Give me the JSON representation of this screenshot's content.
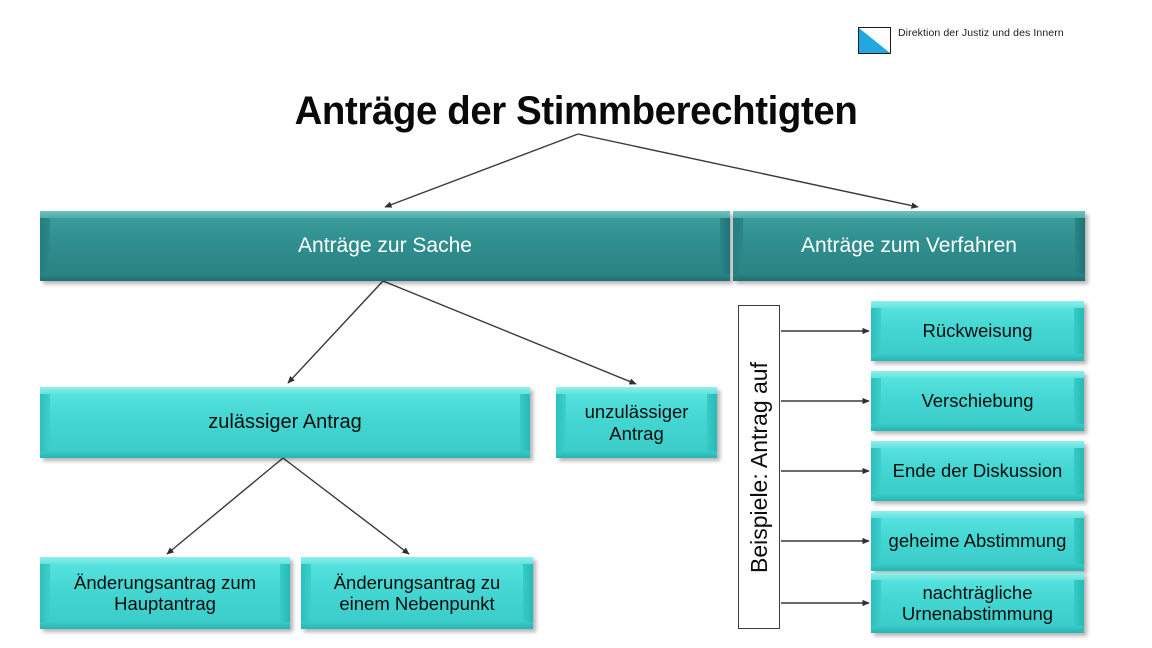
{
  "logo": {
    "icon": "triangle-logo-icon",
    "text": "Direktion der Justiz und des Innern",
    "accent_color": "#21a8e0"
  },
  "title": "Anträge der Stimmberechtigten",
  "colors": {
    "level1_box": "#2e8e8e",
    "level2_box": "#3fd6d2",
    "connector": "#3a3a3a",
    "background": "#ffffff",
    "text_dark": "#0d0d0d",
    "text_light": "#ffffff"
  },
  "diagram": {
    "type": "tree",
    "root": "Anträge der Stimmberechtigten",
    "nodes": {
      "antraege_zur_sache": "Anträge zur Sache",
      "antraege_zum_verfahren": "Anträge zum Verfahren",
      "zulaessiger_antrag": "zulässiger Antrag",
      "unzulaessiger_antrag": "unzulässiger Antrag",
      "aenderungsantrag_haupt": "Änderungsantrag zum Hauptantrag",
      "aenderungsantrag_neben": "Änderungsantrag zu einem Nebenpunkt",
      "beispiele_label": "Beispiele: Antrag auf"
    },
    "examples": [
      "Rückweisung",
      "Verschiebung",
      "Ende der Diskussion",
      "geheime Abstimmung",
      "nachträgliche Urnenabstimmung"
    ],
    "edges": [
      {
        "from": "Anträge der Stimmberechtigten",
        "to": "Anträge zur Sache"
      },
      {
        "from": "Anträge der Stimmberechtigten",
        "to": "Anträge zum Verfahren"
      },
      {
        "from": "Anträge zur Sache",
        "to": "zulässiger Antrag"
      },
      {
        "from": "Anträge zur Sache",
        "to": "unzulässiger Antrag"
      },
      {
        "from": "zulässiger Antrag",
        "to": "Änderungsantrag zum Hauptantrag"
      },
      {
        "from": "zulässiger Antrag",
        "to": "Änderungsantrag zu einem Nebenpunkt"
      },
      {
        "from": "Beispiele: Antrag auf",
        "to": "Rückweisung"
      },
      {
        "from": "Beispiele: Antrag auf",
        "to": "Verschiebung"
      },
      {
        "from": "Beispiele: Antrag auf",
        "to": "Ende der Diskussion"
      },
      {
        "from": "Beispiele: Antrag auf",
        "to": "geheime Abstimmung"
      },
      {
        "from": "Beispiele: Antrag auf",
        "to": "nachträgliche Urnenabstimmung"
      }
    ]
  }
}
